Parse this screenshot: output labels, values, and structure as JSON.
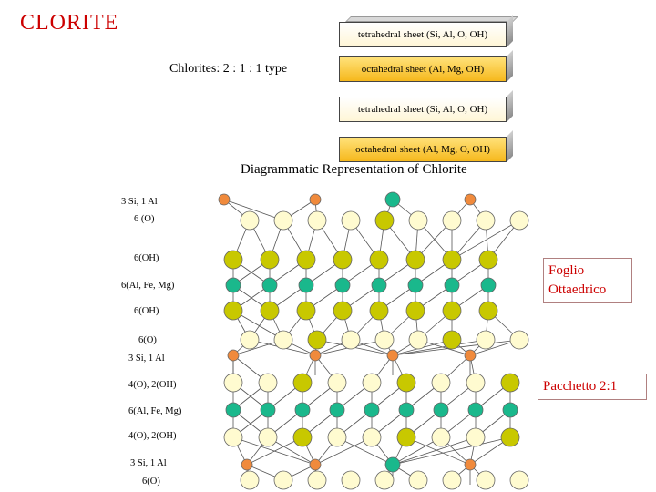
{
  "title": "CLORITE",
  "chlorite_type": "Chlorites: 2 : 1 : 1 type",
  "sheets": [
    {
      "label": "tetrahedral sheet (Si, Al, O, OH)",
      "kind": "tetrahedral"
    },
    {
      "label": "octahedral sheet (Al, Mg, OH)",
      "kind": "octahedral"
    },
    {
      "label": "tetrahedral sheet (Si, Al, O, OH)",
      "kind": "tetrahedral"
    },
    {
      "label": "octahedral sheet (Al, Mg, O, OH)",
      "kind": "octahedral"
    }
  ],
  "diagram_heading": "Diagrammatic Representation of Chlorite",
  "row_labels": {
    "l1": "3 Si, 1 Al",
    "l2": "6 (O)",
    "l3": "6(OH)",
    "l4": "6(Al, Fe, Mg)",
    "l5": "6(OH)",
    "l6": "6(O)",
    "l7": "3 Si, 1 Al",
    "l8": "4(O), 2(OH)",
    "l9": "6(Al, Fe, Mg)",
    "l10": "4(O), 2(OH)",
    "l11": "3 Si, 1 Al",
    "l12": "6(O)"
  },
  "callouts": {
    "octahedral_sheet": "Foglio Ottaedrico",
    "package_2_1": "Pacchetto 2:1"
  },
  "colors": {
    "title": "#cc0000",
    "oxygen": "#fffbd0",
    "hydroxyl": "#c8c800",
    "octahedral_cation": "#1ab88c",
    "silicon": "#f08a3c",
    "bond": "#555555"
  }
}
